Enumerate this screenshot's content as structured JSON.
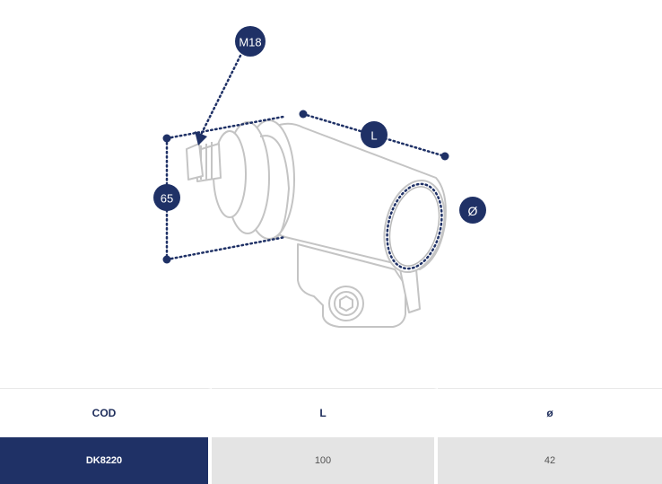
{
  "diagram": {
    "labels": {
      "thread": "M18",
      "height": "65",
      "length": "L",
      "diameter": "Ø"
    },
    "colors": {
      "accent": "#1f3166",
      "outline": "#c8c8c8"
    }
  },
  "table": {
    "headers": {
      "code": "COD",
      "length": "L",
      "diameter": "ø"
    },
    "rows": [
      {
        "code": "DK8220",
        "length": "100",
        "diameter": "42"
      }
    ]
  }
}
